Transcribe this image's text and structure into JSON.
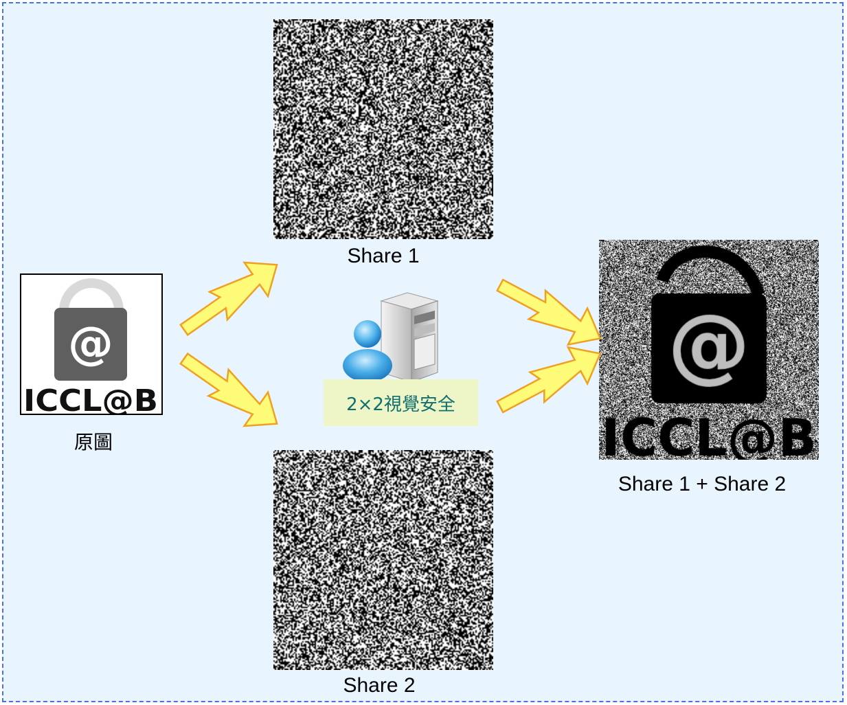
{
  "original_label": "原圖",
  "share1_label": "Share 1",
  "share2_label": "Share 2",
  "result_label": "Share 1 + Share 2",
  "server_caption": "2×2視覺安全",
  "logo_text": "ICCL@B",
  "logo_symbol": "@",
  "icons": [
    "padlock-logo-icon",
    "user-icon",
    "server-icon",
    "lightning-arrow-icon"
  ],
  "colors": {
    "frame_background": "#e8f4fe",
    "frame_border": "#4a6fe0",
    "arrow_fill": "#fdfb78",
    "arrow_stroke": "#f0a020",
    "caption_background": "#eef6c8",
    "caption_text": "#0f6e6e"
  }
}
